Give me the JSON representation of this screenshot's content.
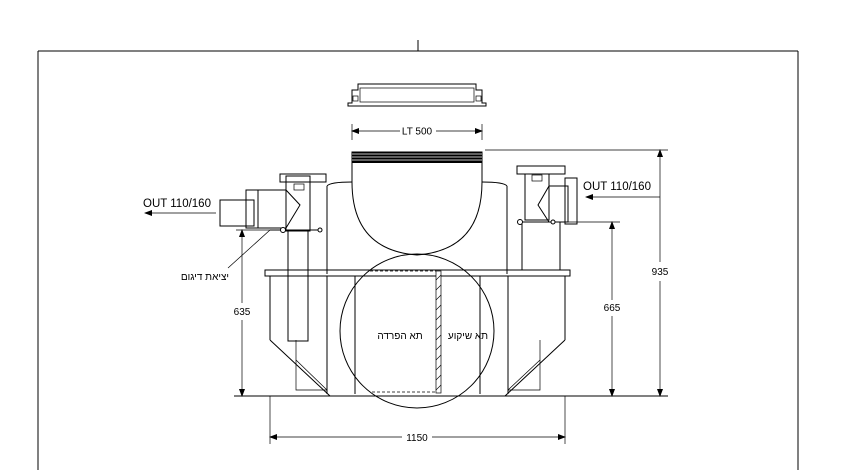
{
  "drawing": {
    "labels": {
      "out_left": "OUT 110/160",
      "out_right": "OUT 110/160",
      "sample_outlet": "יציאת דיגום",
      "separation_chamber": "תא הפרדה",
      "settling_chamber": "תא שיקוע",
      "cover": "LT 500"
    },
    "dimensions": {
      "total_height": "935",
      "outlet_height": "665",
      "sample_height": "635",
      "width": "1150"
    }
  }
}
